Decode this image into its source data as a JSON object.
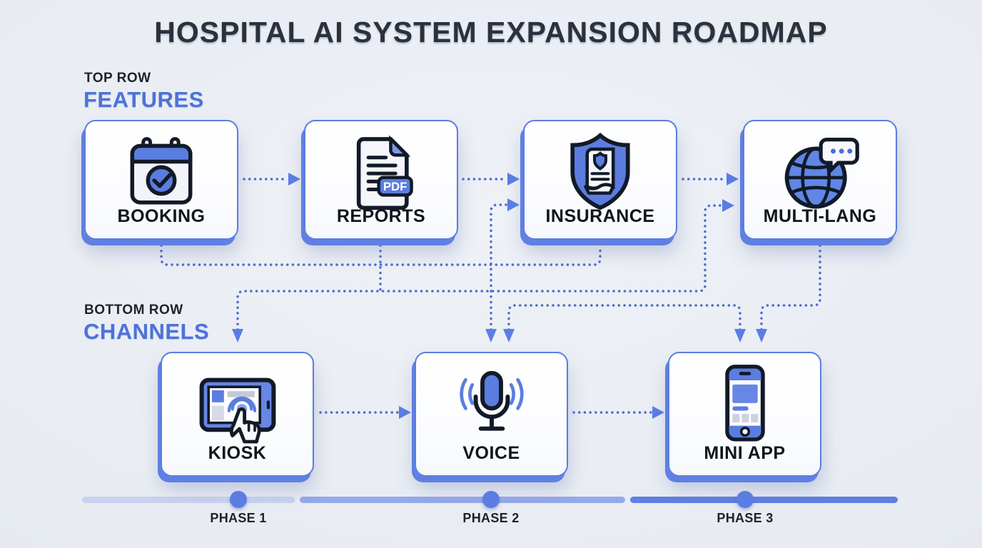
{
  "title": "HOSPITAL AI SYSTEM EXPANSION ROADMAP",
  "sections": {
    "features": {
      "eyebrow": "TOP ROW",
      "heading": "FEATURES"
    },
    "channels": {
      "eyebrow": "BOTTOM ROW",
      "heading": "CHANNELS"
    }
  },
  "features": {
    "items": [
      {
        "label": "BOOKING",
        "icon": "calendar-check-icon"
      },
      {
        "label": "REPORTS",
        "icon": "pdf-document-icon"
      },
      {
        "label": "INSURANCE",
        "icon": "shield-document-icon"
      },
      {
        "label": "MULTI-LANG",
        "icon": "globe-chat-icon"
      }
    ]
  },
  "channels": {
    "items": [
      {
        "label": "KIOSK",
        "icon": "tablet-touch-icon"
      },
      {
        "label": "VOICE",
        "icon": "microphone-icon"
      },
      {
        "label": "MINI APP",
        "icon": "smartphone-app-icon"
      }
    ]
  },
  "icon_text": {
    "pdf_badge": "PDF"
  },
  "timeline": {
    "phases": [
      {
        "label": "PHASE 1"
      },
      {
        "label": "PHASE 2"
      },
      {
        "label": "PHASE 3"
      }
    ]
  },
  "colors": {
    "background": "#e8ecf2",
    "accent_blue": "#5b7de0",
    "connector_blue": "#4f6bd2",
    "heading_blue": "#4d72d9",
    "title_dark": "#2a323e",
    "timeline_light": "#c8d3ef",
    "timeline_medium": "#95abe9",
    "timeline_dark": "#5e80e3"
  }
}
